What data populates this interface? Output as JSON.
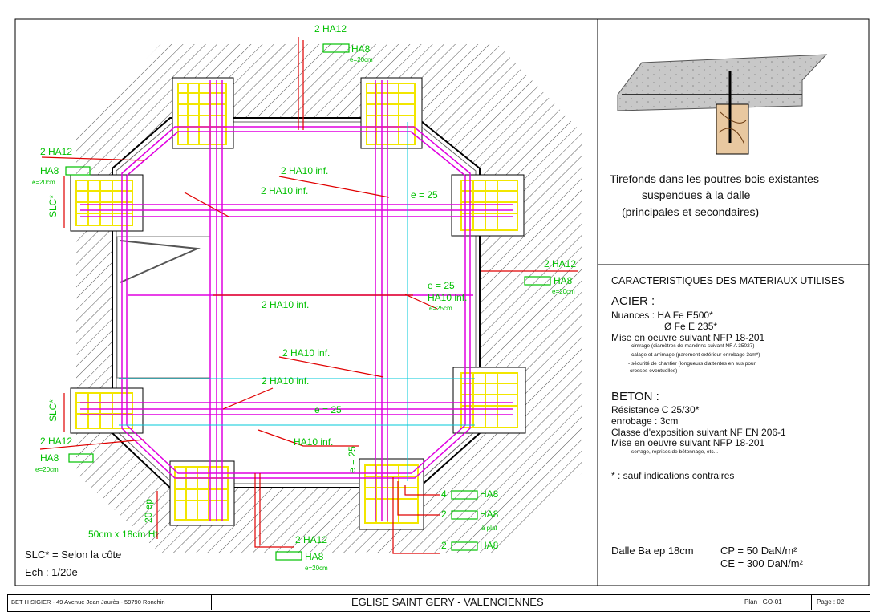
{
  "drawing": {
    "labels": {
      "ha12_top": "2 HA12",
      "ha8_top": "HA8",
      "e20_top": "e=20cm",
      "ha12_left": "2 HA12",
      "ha8_left": "HA8",
      "e20_left": "e=20cm",
      "slc_left_top": "SLC*",
      "ha10_a": "2 HA10 inf.",
      "ha10_b": "2 HA10 inf.",
      "e25_top": "e = 25",
      "ha12_right": "2 HA12",
      "ha8_right": "HA8",
      "e20_right": "e=20cm",
      "e25_mid": "e = 25",
      "ha10_mid": "HA10 inf.",
      "e25cm_mid": "e=25cm",
      "ha10_c": "2 HA10 inf.",
      "ha10_d": "2 HA10 inf.",
      "ha10_e": "2 HA10 inf.",
      "e25_low": "e = 25",
      "ha10_low": "HA10 inf.",
      "e25_vert": "e = 25",
      "slc_left_bot": "SLC*",
      "ha12_botleft": "2 HA12",
      "ha8_botleft": "HA8",
      "e20_botleft": "e=20cm",
      "ep20": "20 ep",
      "beam_note": "50cm x 18cm Ht",
      "ha12_bottom": "2 HA12",
      "ha8_bottom": "HA8",
      "e20_bottom": "e=20cm",
      "r4_ha8": "4",
      "r4_ha8_lbl": "HA8",
      "r2_ha8": "2",
      "r2_ha8_lbl": "HA8",
      "a_plat": "à plat",
      "r2b_ha8": "2",
      "r2b_ha8_lbl": "HA8"
    },
    "legend": {
      "slc": "SLC* = Selon la côte",
      "scale": "Ech : 1/20e"
    }
  },
  "detail": {
    "line1": "Tirefonds dans les poutres bois existantes",
    "line2": "suspendues à la dalle",
    "line3": "(principales et secondaires)"
  },
  "materials": {
    "title": "CARACTERISTIQUES DES MATERIAUX UTILISES",
    "acier_head": "ACIER :",
    "acier_nuances": "Nuances : HA Fe E500*",
    "acier_fe": "Ø Fe E 235*",
    "acier_mise": "Mise en oeuvre suivant NFP 18-201",
    "acier_s1": "- cintrage (diamètres de mandrins suivant NF A 35027)",
    "acier_s2": "- calage et arrimage (parement extérieur enrobage 3cm*)",
    "acier_s3": "- sécurité de chantier (longueurs d'attentes en sus pour",
    "acier_s4": "crosses éventuelles)",
    "beton_head": "BETON :",
    "beton_res": "Résistance C 25/30*",
    "beton_enr": "enrobage : 3cm",
    "beton_cls": "Classe d'exposition suivant NF EN 206-1",
    "beton_mise": "Mise en oeuvre suivant NFP 18-201",
    "beton_s1": "- serrage, reprises de bétonnage, etc...",
    "note": "* : sauf indications contraires",
    "dalle": "Dalle Ba ep 18cm",
    "cp": "CP = 50 DaN/m²",
    "ce": "CE = 300 DaN/m²"
  },
  "titleblock": {
    "company": "BET H SIGIER - 49 Avenue Jean Jaurès - 59790 Ronchin",
    "project": "EGLISE SAINT GERY - VALENCIENNES",
    "plan": "Plan : GO-01",
    "page": "Page : 02"
  },
  "colors": {
    "rebar_main": "#e000e0",
    "rebar_label": "#00c000",
    "leader": "#e00000",
    "stirrup": "#f2e600",
    "grid": "#00c8d8",
    "hatch": "#444444"
  }
}
